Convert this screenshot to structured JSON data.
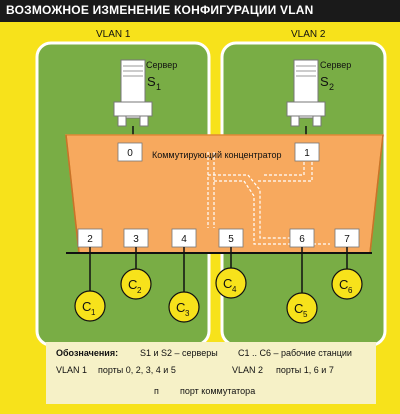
{
  "title": "ВОЗМОЖНОЕ ИЗМЕНЕНИЕ КОНФИГУРАЦИИ VLAN",
  "vlan1_label": "VLAN 1",
  "vlan2_label": "VLAN 2",
  "hub_label": "Коммутирующий концентратор",
  "server1": {
    "word": "Сервер",
    "letter": "S",
    "sub": "1"
  },
  "server2": {
    "word": "Сервер",
    "letter": "S",
    "sub": "2"
  },
  "ports": [
    "0",
    "1",
    "2",
    "3",
    "4",
    "5",
    "6",
    "7"
  ],
  "stations": [
    {
      "letter": "C",
      "sub": "1"
    },
    {
      "letter": "C",
      "sub": "2"
    },
    {
      "letter": "C",
      "sub": "3"
    },
    {
      "letter": "C",
      "sub": "4"
    },
    {
      "letter": "C",
      "sub": "5"
    },
    {
      "letter": "C",
      "sub": "6"
    }
  ],
  "legend": {
    "heading": "Обозначения:",
    "servers_text": "S1 и S2 – серверы",
    "stations_text": "C1 .. C6 – рабочие станции",
    "vlan1_name": "VLAN 1",
    "vlan1_ports": "порты 0, 2, 3, 4 и 5",
    "vlan2_name": "VLAN 2",
    "vlan2_ports": "порты 1, 6 и 7",
    "port_symbol": "п",
    "port_text": "порт коммутатора"
  },
  "colors": {
    "background": "#f7e21b",
    "title_bar": "#1a1a1a",
    "vlan_area": "#79ad45",
    "vlan_border": "#ffffff",
    "hub": "#f7a95e",
    "hub_edge": "#e08a36",
    "port_box": "#ffffff",
    "station": "#f7e21b",
    "legend_bg": "#f6f1c7"
  }
}
